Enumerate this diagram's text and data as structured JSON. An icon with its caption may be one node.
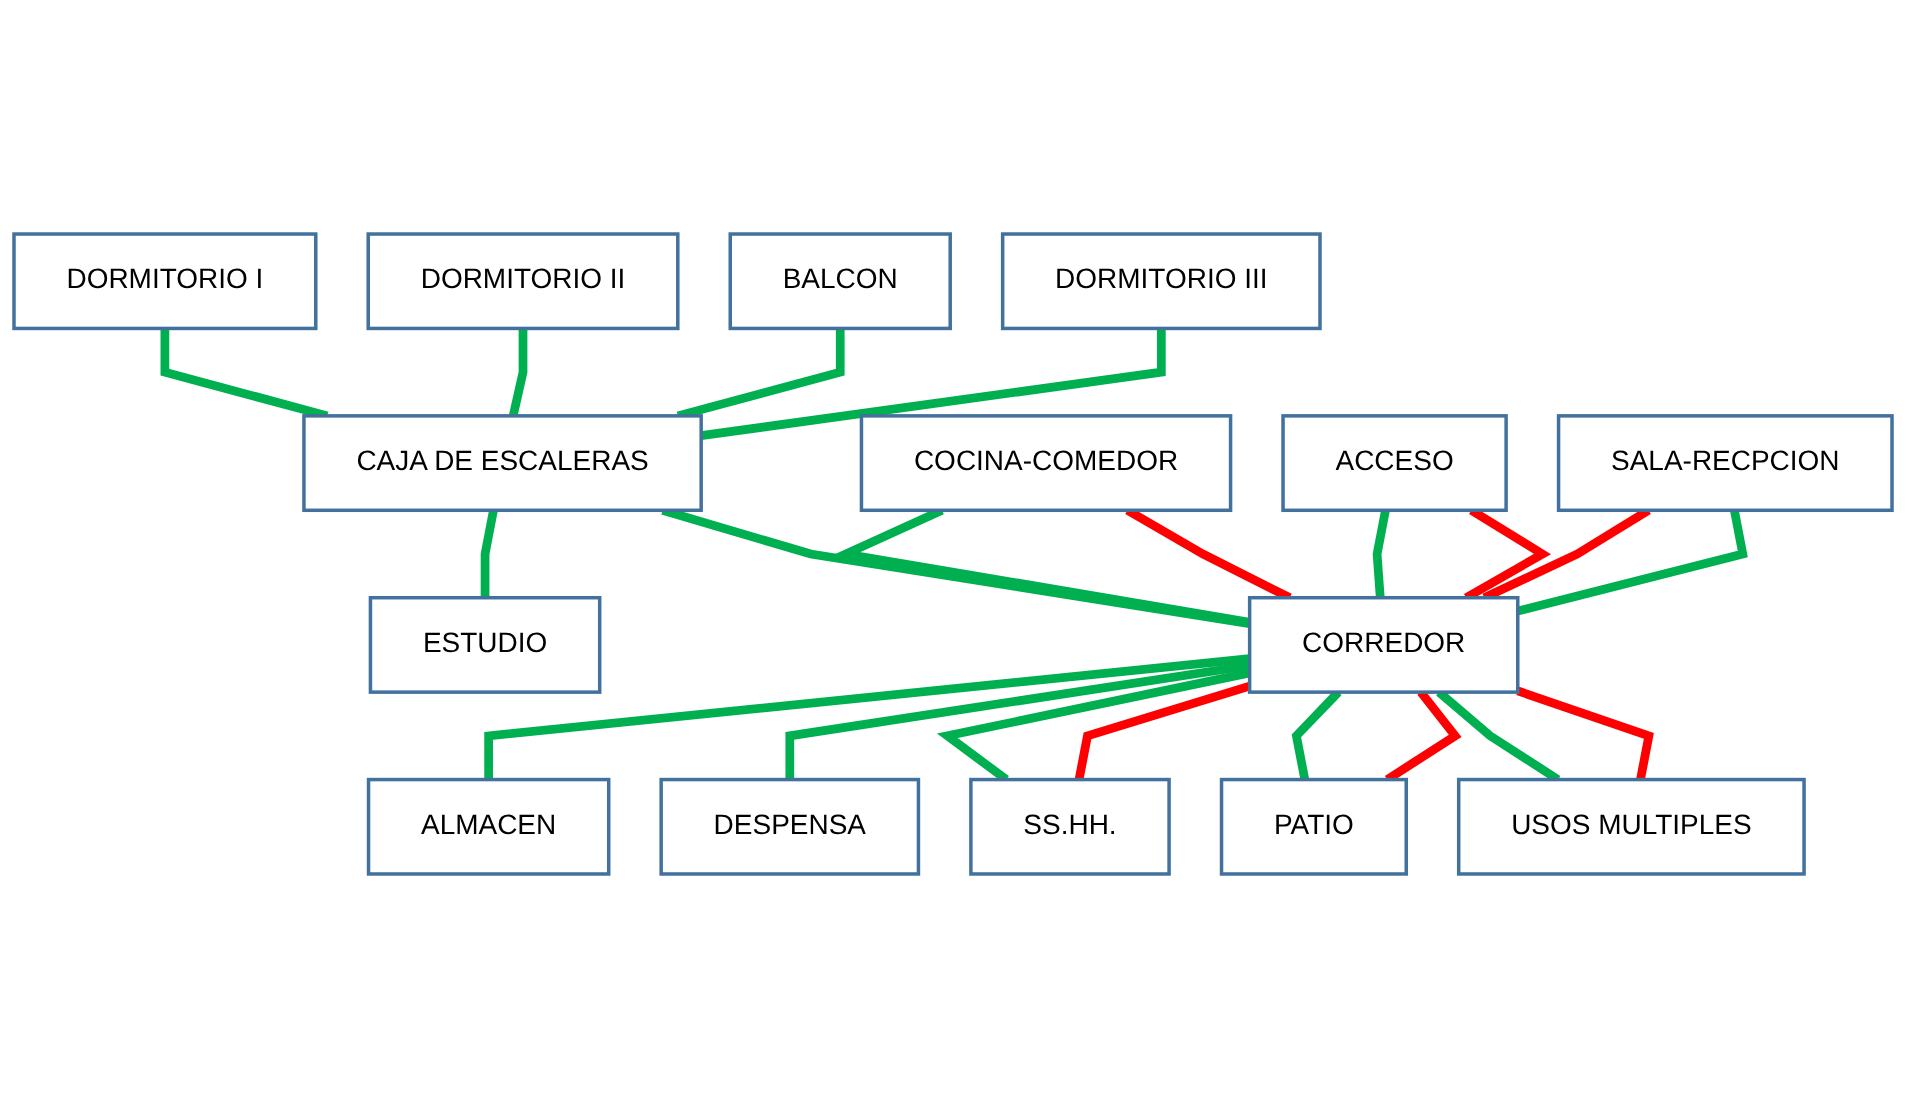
{
  "diagram": {
    "nodes": [
      {
        "text": [
          "DORMITORIO I"
        ]
      },
      {
        "text": [
          "DORMITORIO II"
        ]
      },
      {
        "text": [
          "BALCON"
        ]
      },
      {
        "text": [
          "DORMITORIO III"
        ]
      },
      {
        "text": [
          "CAJA DE ESCALERAS"
        ]
      },
      {
        "text": [
          "COCINA-COMEDOR"
        ]
      },
      {
        "text": [
          "ESTUDIO"
        ]
      },
      {
        "text": [
          "ACCESO"
        ]
      },
      {
        "text": [
          "CORREDOR"
        ]
      },
      {
        "text": [
          "ALMACEN"
        ]
      },
      {
        "text": [
          "SALA-RECPCION"
        ]
      },
      {
        "text": [
          "DESPENSA"
        ]
      },
      {
        "text": [
          "SS.HH."
        ]
      },
      {
        "text": [
          "PATIO"
        ]
      },
      {
        "text": [
          "USOS MULTIPLES"
        ]
      }
    ],
    "edges": [
      {
        "from": 0,
        "to": 4,
        "arrow": "none"
      },
      {
        "from": 1,
        "to": 4,
        "arrow": "none"
      },
      {
        "from": 2,
        "to": 4,
        "arrow": "none"
      },
      {
        "from": 3,
        "to": 4,
        "arrow": "none"
      },
      {
        "from": 4,
        "to": 6,
        "arrow": "none"
      },
      {
        "from": 4,
        "to": 8,
        "arrow": "none"
      },
      {
        "from": 5,
        "to": 8,
        "arrow": "none"
      },
      {
        "from": 5,
        "to": 8,
        "arrow": "none",
        "color": "#ff0000"
      },
      {
        "from": 7,
        "to": 8,
        "arrow": "none"
      },
      {
        "from": 7,
        "to": 8,
        "arrow": "none",
        "color": "#ff0000"
      },
      {
        "from": 10,
        "to": 8,
        "arrow": "none",
        "color": "#ff0000"
      },
      {
        "from": 10,
        "to": 8,
        "arrow": "none"
      },
      {
        "from": 8,
        "to": 9,
        "arrow": "none"
      },
      {
        "from": 8,
        "to": 11,
        "arrow": "none"
      },
      {
        "from": 8,
        "to": 12,
        "arrow": "none"
      },
      {
        "from": 8,
        "to": 12,
        "arrow": "none",
        "color": "#ff0000"
      },
      {
        "from": 8,
        "to": 13,
        "arrow": "none"
      },
      {
        "from": 8,
        "to": 13,
        "arrow": "none",
        "color": "#ff0000"
      },
      {
        "from": 8,
        "to": 14,
        "arrow": "none"
      },
      {
        "from": 8,
        "to": 14,
        "arrow": "none",
        "color": "#ff0000"
      }
    ]
  }
}
